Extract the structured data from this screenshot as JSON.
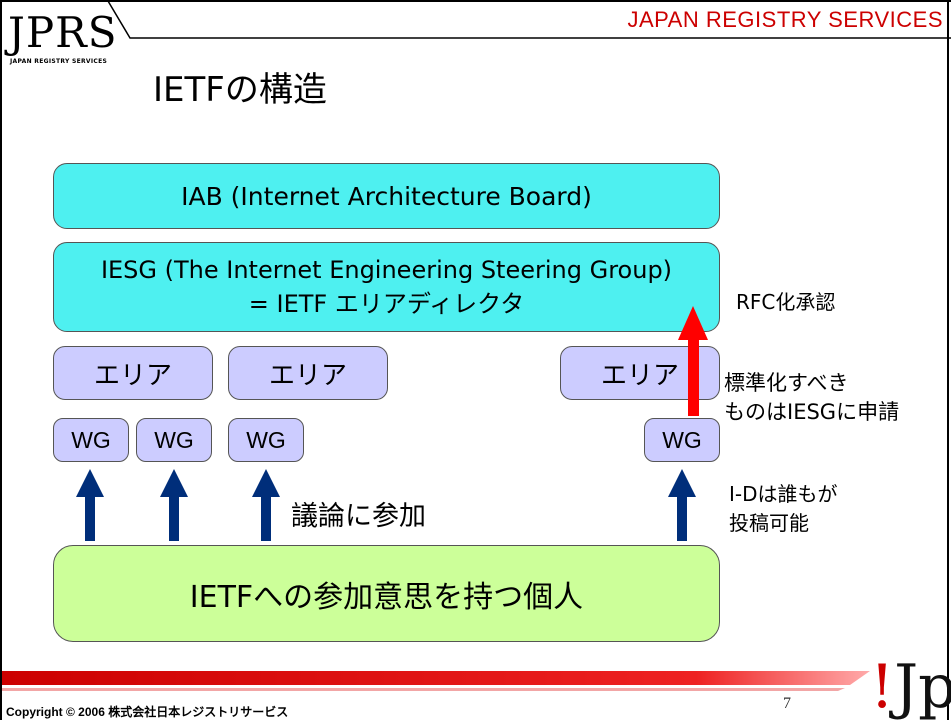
{
  "header": {
    "logo": "JPRS",
    "logo_sub": "JAPAN REGISTRY SERVICES",
    "brand": "JAPAN REGISTRY SERVICES"
  },
  "slide": {
    "title": "IETFの構造"
  },
  "diagram": {
    "iab": "IAB (Internet Architecture Board)",
    "iesg_line1": "IESG (The Internet Engineering Steering Group)",
    "iesg_line2": "= IETF エリアディレクタ",
    "areas": [
      "エリア",
      "エリア",
      "エリア"
    ],
    "wgs": [
      "WG",
      "WG",
      "WG",
      "WG"
    ],
    "people": "IETFへの参加意思を持つ個人",
    "participate_label": "議論に参加",
    "rfc_label": "RFC化承認",
    "standardize_line1": "標準化すべき",
    "standardize_line2": "ものはIESGに申請",
    "id_line1": "I-Dは誰もが",
    "id_line2": "投稿可能"
  },
  "colors": {
    "iab_fill": "#4ef0f0",
    "area_fill": "#ccccff",
    "people_fill": "#ccff99",
    "arrow_blue": "#002e7a",
    "arrow_red": "#ff0000",
    "brand_red": "#cc0000"
  },
  "footer": {
    "copyright": "Copyright © 2006 株式会社日本レジストリサービス",
    "page_number": "7",
    "corner_logo": "Jp"
  }
}
